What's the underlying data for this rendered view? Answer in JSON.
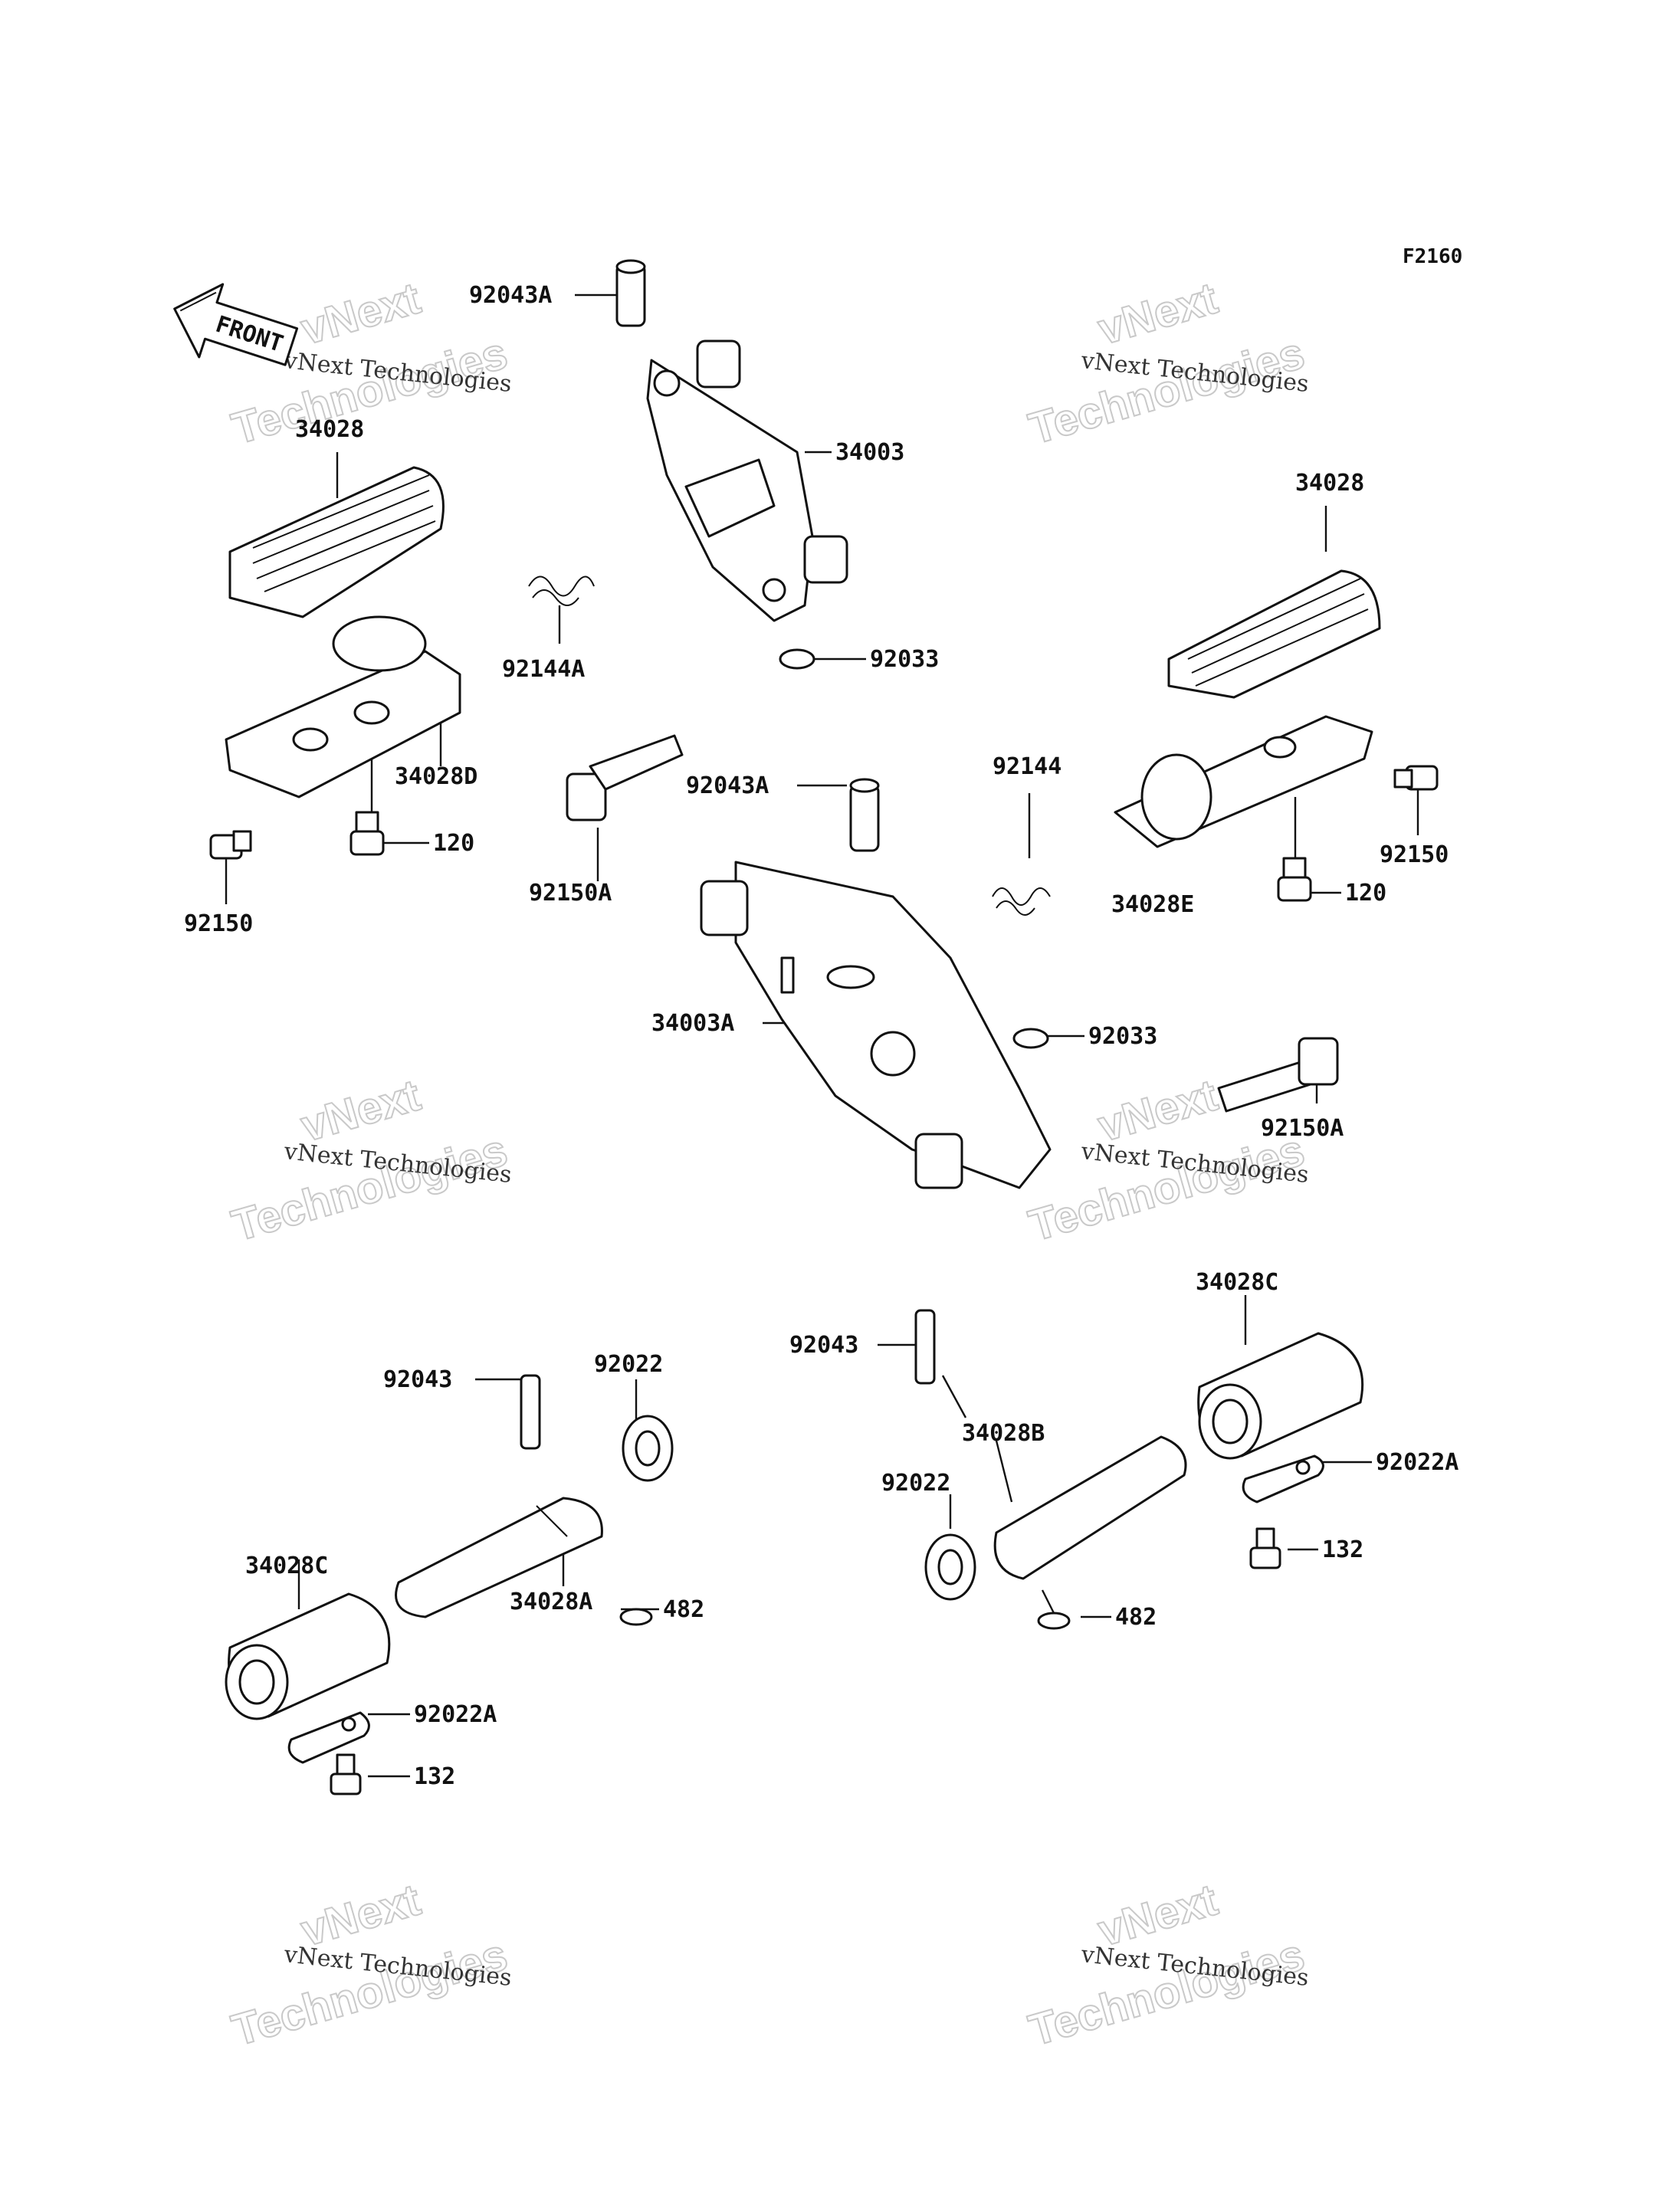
{
  "figure_code": "F2160",
  "front_arrow_label": "FRONT",
  "watermark": {
    "small": "vNext Technologies",
    "big_line1": "vNext",
    "big_line2": "Technologies"
  },
  "part_labels": [
    "92043A",
    "34003",
    "34028",
    "92144A",
    "92033",
    "34028D",
    "120",
    "92150",
    "92150A",
    "92043A",
    "92144",
    "34028",
    "92150",
    "34028E",
    "120",
    "34003A",
    "92033",
    "92150A",
    "92043",
    "92022",
    "34028A",
    "34028C",
    "482",
    "92022A",
    "132",
    "92043",
    "34028C",
    "34028B",
    "92022",
    "92022A",
    "132",
    "482"
  ]
}
